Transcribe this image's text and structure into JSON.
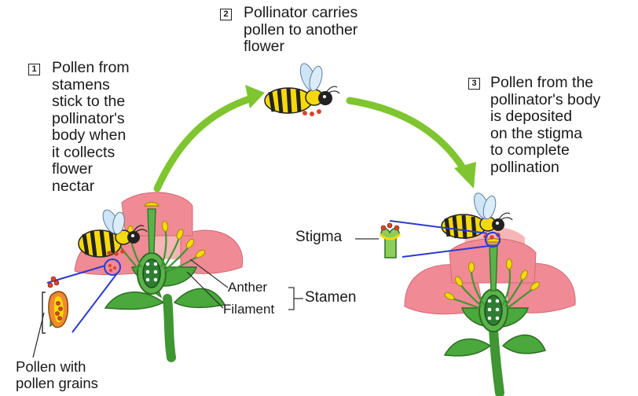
{
  "steps": [
    {
      "number": "1",
      "text": "Pollen from\nstamens\nstick to the\npollinator's\nbody when\nit collects\nflower\nnectar"
    },
    {
      "number": "2",
      "text": "Pollinator carries\npollen to another\nflower"
    },
    {
      "number": "3",
      "text": "Pollen from the\npollinator's body\nis deposited\non the stigma\nto complete\npollination"
    }
  ],
  "labels": {
    "anther": "Anther",
    "filament": "Filament",
    "stamen": "Stamen",
    "stigma": "Stigma",
    "pollen": "Pollen with\npollen grains"
  },
  "colors": {
    "petal": "#f08a94",
    "petal_light": "#f6b6b8",
    "stem": "#4aa83c",
    "arrow": "#7fc530",
    "bee_yellow": "#f5d90a",
    "pollen": "#d9442c",
    "callout_line": "#2a3ad6"
  }
}
